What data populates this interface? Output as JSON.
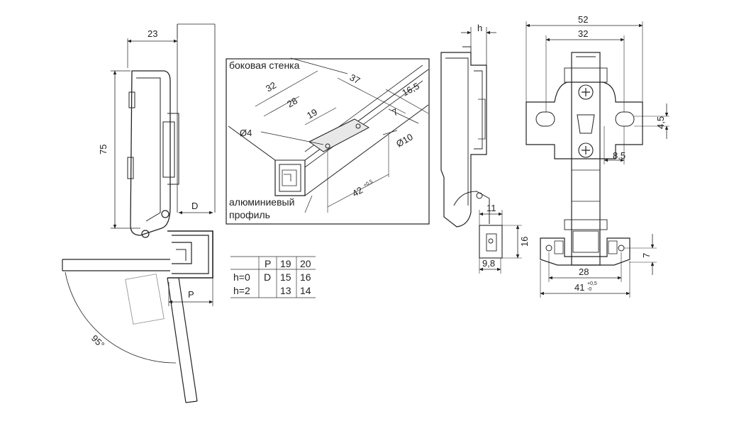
{
  "left_view": {
    "dim_width": "23",
    "dim_height": "75",
    "dim_d": "D",
    "dim_p": "P",
    "angle": "95°"
  },
  "detail_view": {
    "label_side_wall": "боковая стенка",
    "label_profile_line1": "алюминиевый",
    "label_profile_line2": "профиль",
    "dim_32": "32",
    "dim_37": "37",
    "dim_28": "28",
    "dim_19": "19",
    "dim_16_5": "16,5",
    "dim_7": "7",
    "dim_d4": "Ø4",
    "dim_d10": "Ø10",
    "dim_42": "42",
    "dim_42_tol": "+0,5"
  },
  "table": {
    "rows": [
      [
        "",
        "P",
        "19",
        "20"
      ],
      [
        "h=0",
        "D",
        "15",
        "16"
      ],
      [
        "h=2",
        "",
        "13",
        "14"
      ]
    ]
  },
  "side_view": {
    "dim_h": "h",
    "dim_11": "11",
    "dim_16": "16",
    "dim_9_8": "9,8"
  },
  "front_view": {
    "dim_52": "52",
    "dim_32": "32",
    "dim_4_5": "4,5",
    "dim_8_5": "8,5",
    "dim_7": "7",
    "dim_28": "28",
    "dim_41": "41",
    "dim_41_tol_top": "+0,5",
    "dim_41_tol_bottom": "-0"
  }
}
